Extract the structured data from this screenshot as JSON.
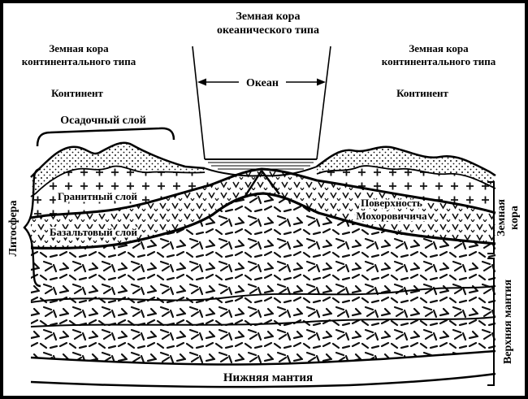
{
  "figure": {
    "title_top_center": {
      "line1": "Земная кора",
      "line2": "океанического типа"
    },
    "title_top_left": {
      "line1": "Земная кора",
      "line2": "континентального типа"
    },
    "title_top_right": {
      "line1": "Земная кора",
      "line2": "континентального типа"
    },
    "ocean_label": "Океан",
    "continent_left_label": "Континент",
    "continent_right_label": "Континент",
    "sedimentary_layer_label": "Осадочный слой",
    "granite_layer_label": "Гранитный слой",
    "basalt_layer_label": "Базальтовый слой",
    "moho_surface": {
      "line1": "Поверхность",
      "line2": "Мохоровичича"
    },
    "lithosphere_label": "Литосфера",
    "crust_right_vertical": {
      "line1": "Земная",
      "line2": "кора"
    },
    "upper_mantle_label": "Верхняя мантия",
    "lower_mantle_label": "Нижняя мантия"
  },
  "colors": {
    "ink": "#111111",
    "background": "#ffffff",
    "border": "#000000"
  }
}
